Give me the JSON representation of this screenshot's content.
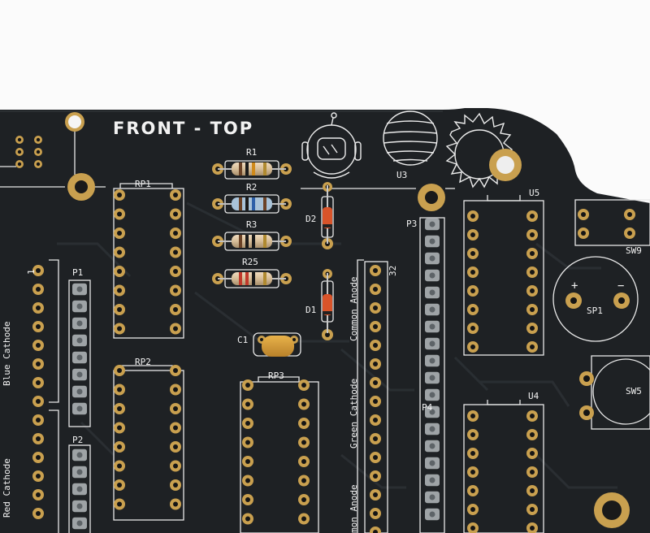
{
  "photo": {
    "description_free": true,
    "board_color": "#1e2124",
    "background_color": "#fbfbfb",
    "silkscreen_color": "#f0f0f0",
    "pad_color": "#c9a04f"
  },
  "silkscreen": {
    "heading": "FRONT - TOP",
    "resistors": [
      "R1",
      "R2",
      "R3",
      "R25"
    ],
    "diodes": [
      "D2",
      "D1"
    ],
    "capacitor": "C1",
    "resistor_packs": [
      "RP1",
      "RP2",
      "RP3"
    ],
    "headers": [
      "P1",
      "P2",
      "P3",
      "P4"
    ],
    "chips": [
      "U3",
      "U5",
      "U4"
    ],
    "switches": [
      "SW9",
      "SW5"
    ],
    "speaker": "SP1",
    "speaker_plus": "+",
    "speaker_minus": "−",
    "pin_one": "1",
    "pin_thirtytwo": "32",
    "labels": {
      "blue_cathode": "Blue Cathode",
      "red_cathode": "Red Cathode",
      "common_anode_1": "Common Anode",
      "green_cathode": "Green Cathode",
      "common_anode_2": "mon Anode"
    }
  }
}
